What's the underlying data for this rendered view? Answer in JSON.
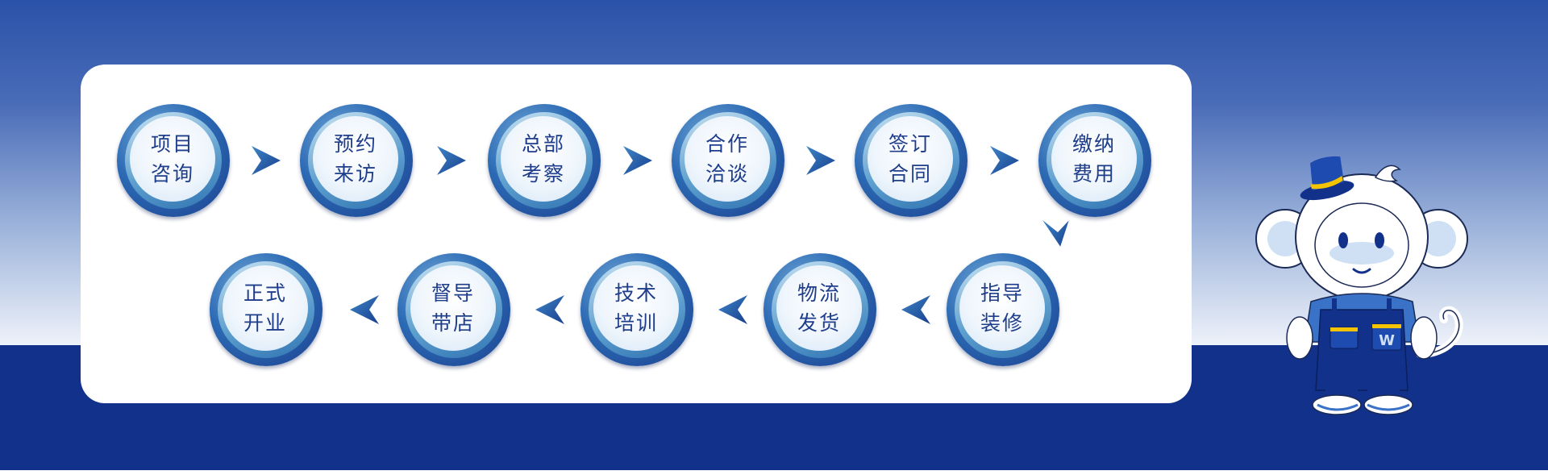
{
  "steps": [
    {
      "lines": [
        "项目",
        "咨询"
      ]
    },
    {
      "lines": [
        "预约",
        "来访"
      ]
    },
    {
      "lines": [
        "总部",
        "考察"
      ]
    },
    {
      "lines": [
        "合作",
        "洽谈"
      ]
    },
    {
      "lines": [
        "签订",
        "合同"
      ]
    },
    {
      "lines": [
        "缴纳",
        "费用"
      ]
    },
    {
      "lines": [
        "指导",
        "装修"
      ]
    },
    {
      "lines": [
        "物流",
        "发货"
      ]
    },
    {
      "lines": [
        "技术",
        "培训"
      ]
    },
    {
      "lines": [
        "督导",
        "带店"
      ]
    },
    {
      "lines": [
        "正式",
        "开业"
      ]
    }
  ],
  "mascot": {
    "badge_letter": "W"
  },
  "colors": {
    "primary_blue": "#12318a",
    "mid_blue": "#2c6ab4",
    "circle_text": "#1e3d8a",
    "accent_yellow": "#f4c400"
  },
  "icons": {
    "arrow_right": "arrow-right-icon",
    "arrow_left": "arrow-left-icon",
    "arrow_down": "arrow-down-icon"
  }
}
